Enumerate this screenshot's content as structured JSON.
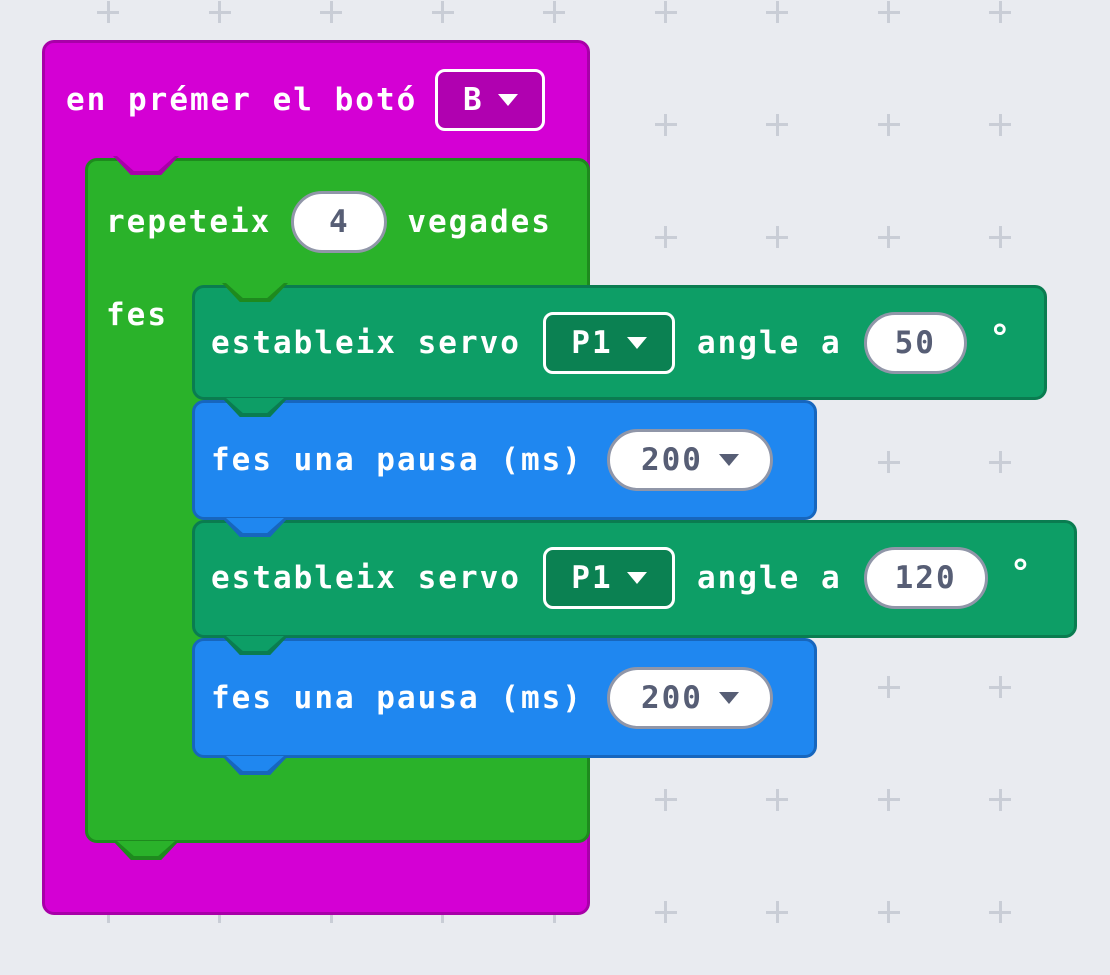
{
  "canvas": {
    "background": "#e9ebf0",
    "grid_mark_color": "#c9cdd6"
  },
  "palette": {
    "event_fill": "#D400D4",
    "event_border": "#A800A8",
    "event_dropdown_fill": "#B001B0",
    "loop_fill": "#2AB22A",
    "loop_border": "#1E8A1E",
    "servo_fill": "#0D9E66",
    "servo_border": "#0A7C50",
    "servo_dropdown_fill": "#0B8152",
    "pause_fill": "#1F87F0",
    "pause_border": "#1766BD",
    "field_text": "#575E75",
    "field_border": "#9096A8"
  },
  "blocks": {
    "on_button": {
      "label": "en prémer el botó",
      "button": "B"
    },
    "repeat": {
      "label": "repeteix",
      "count": "4",
      "suffix": "vegades",
      "do_label": "fes"
    },
    "servo_1": {
      "label": "estableix servo",
      "pin": "P1",
      "angle_label": "angle a",
      "angle": "50",
      "unit": "°"
    },
    "pause_1": {
      "label": "fes una pausa (ms)",
      "ms": "200"
    },
    "servo_2": {
      "label": "estableix servo",
      "pin": "P1",
      "angle_label": "angle a",
      "angle": "120",
      "unit": "°"
    },
    "pause_2": {
      "label": "fes una pausa (ms)",
      "ms": "200"
    }
  }
}
